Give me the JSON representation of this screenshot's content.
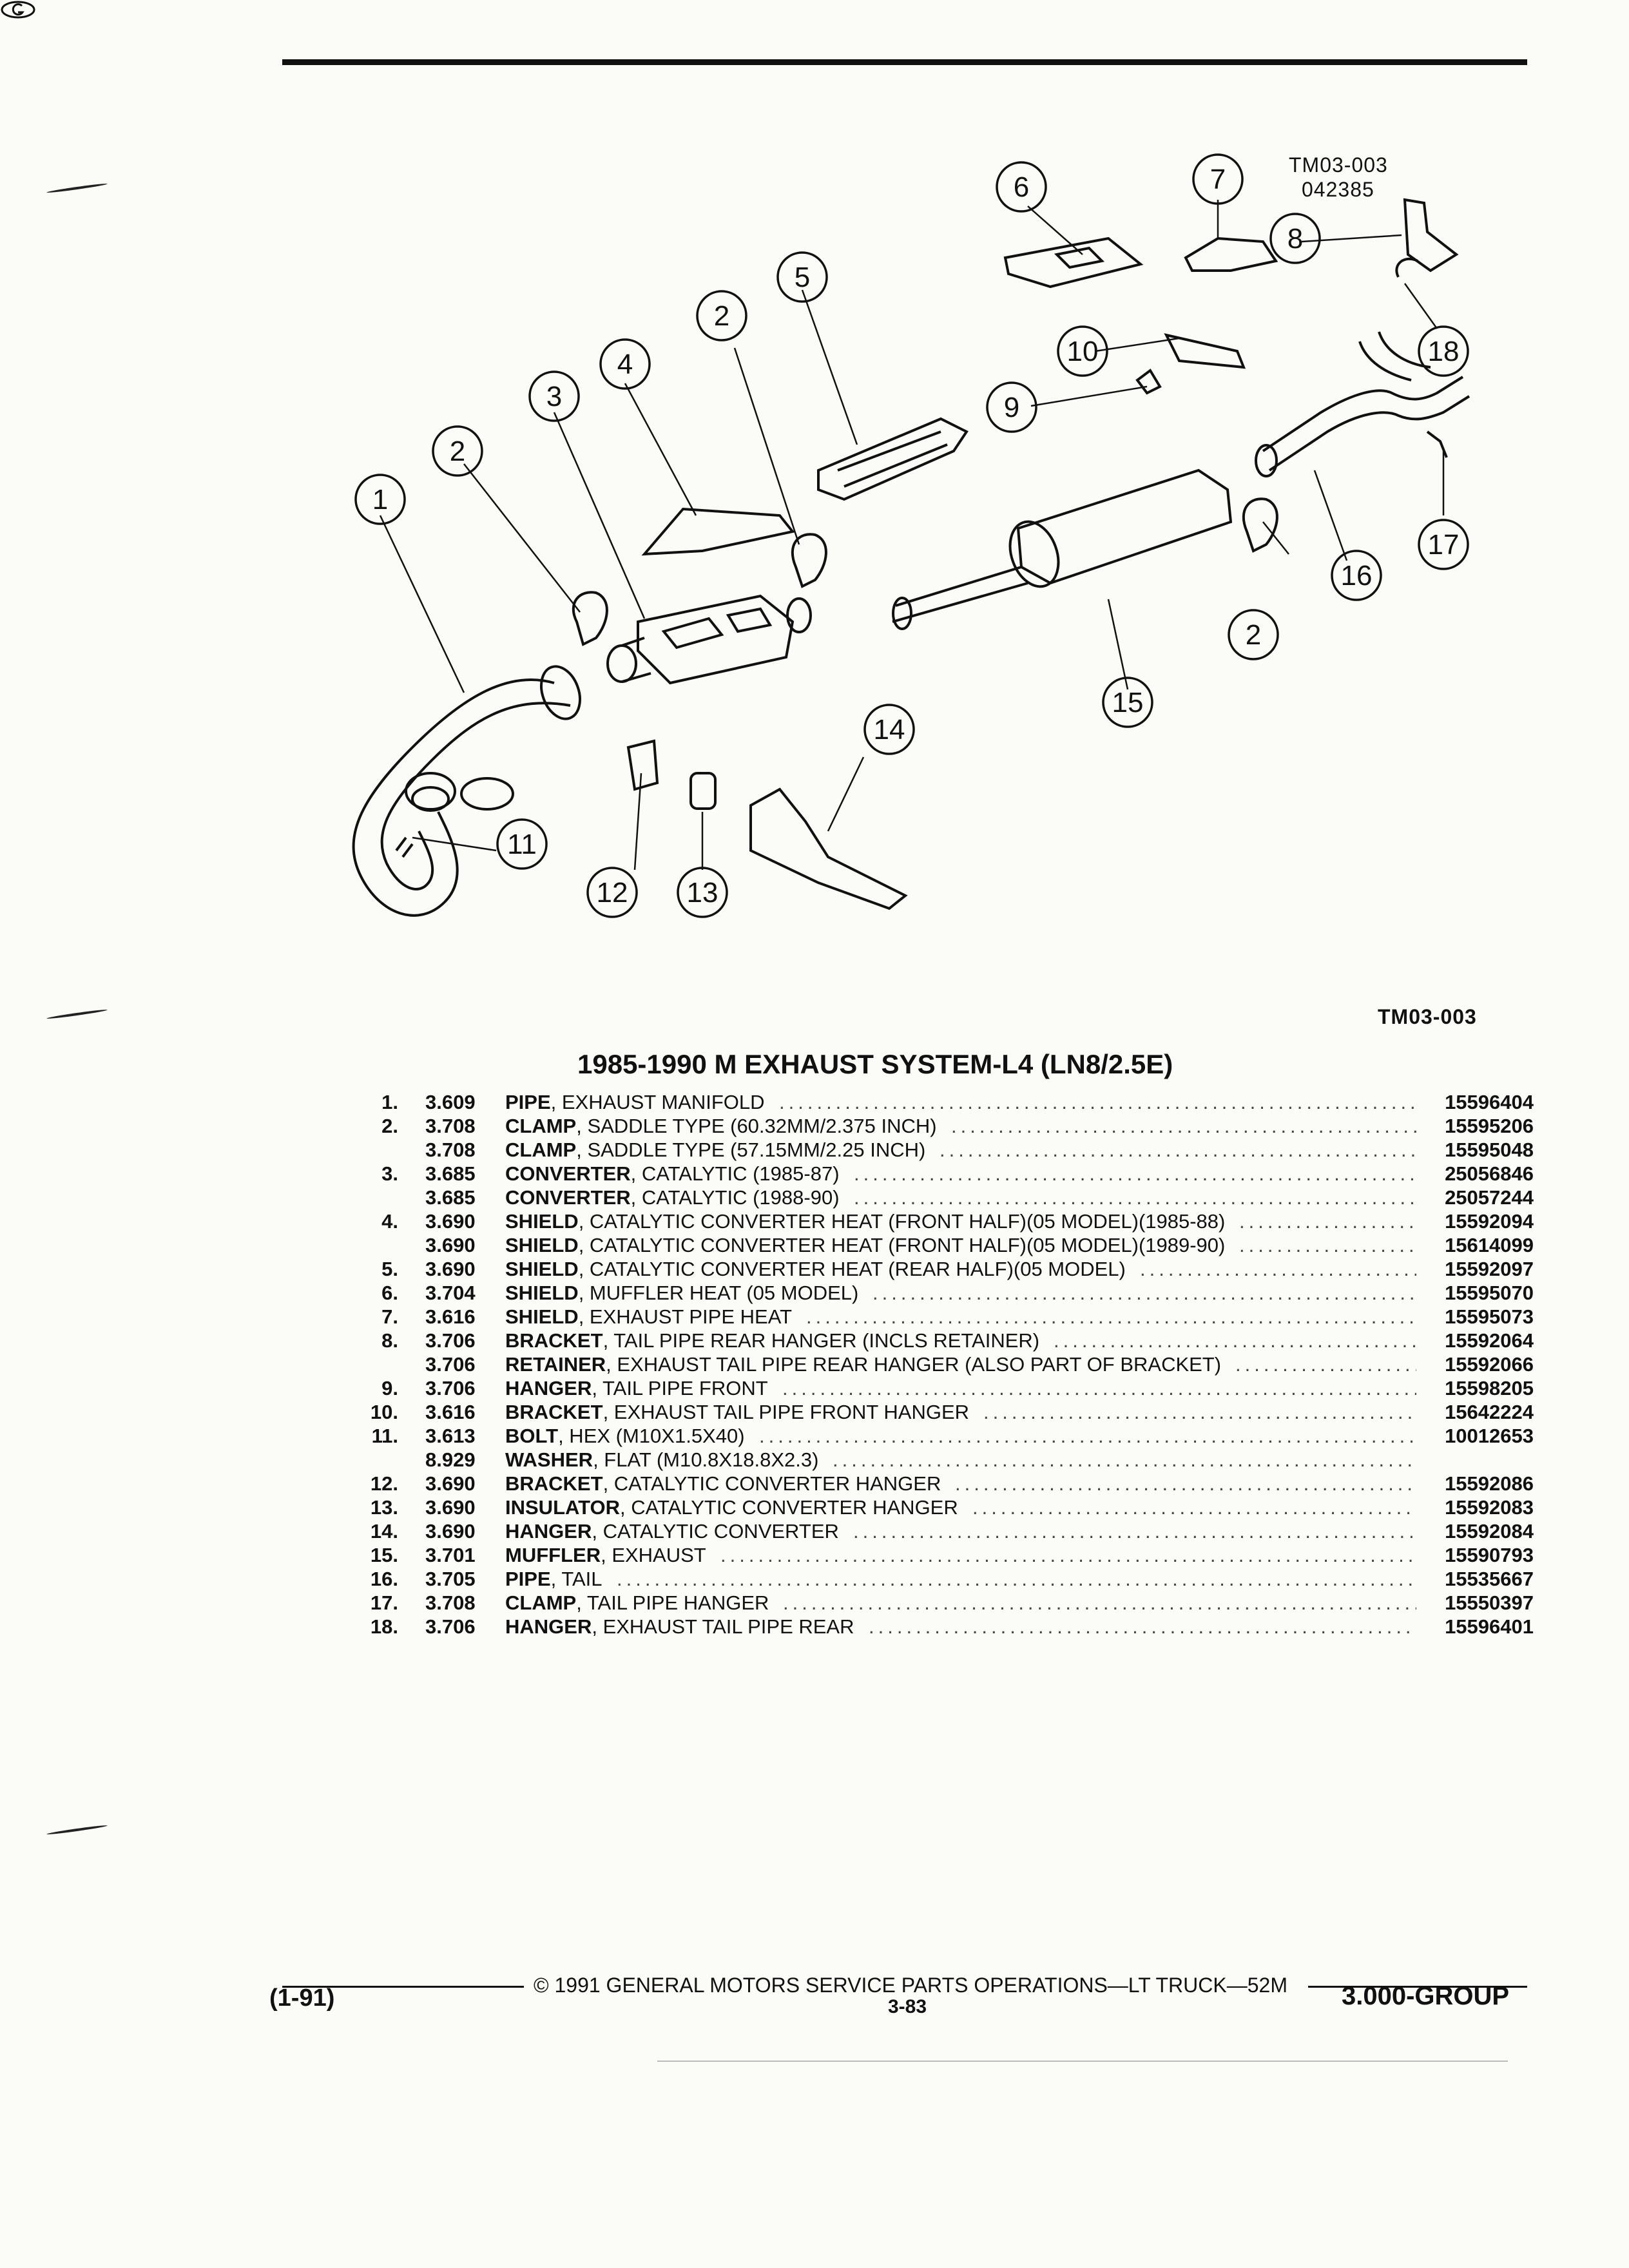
{
  "diagram": {
    "code_top_line1": "TM03-003",
    "code_top_line2": "042385",
    "code_bottom": "TM03-003",
    "callouts": [
      "1",
      "2",
      "2",
      "2",
      "3",
      "4",
      "5",
      "6",
      "7",
      "8",
      "9",
      "10",
      "11",
      "12",
      "13",
      "14",
      "15",
      "16",
      "17",
      "18"
    ]
  },
  "title": "1985-1990 M EXHAUST SYSTEM-L4 (LN8/2.5E)",
  "parts": [
    {
      "index": "1.",
      "group": "3.609",
      "name": "PIPE",
      "detail": ", EXHAUST MANIFOLD",
      "part_number": "15596404"
    },
    {
      "index": "2.",
      "group": "3.708",
      "name": "CLAMP",
      "detail": ", SADDLE TYPE (60.32MM/2.375 INCH)",
      "part_number": "15595206"
    },
    {
      "index": "",
      "group": "3.708",
      "name": "CLAMP",
      "detail": ", SADDLE TYPE (57.15MM/2.25 INCH)",
      "part_number": "15595048"
    },
    {
      "index": "3.",
      "group": "3.685",
      "name": "CONVERTER",
      "detail": ", CATALYTIC (1985-87)",
      "part_number": "25056846"
    },
    {
      "index": "",
      "group": "3.685",
      "name": "CONVERTER",
      "detail": ", CATALYTIC (1988-90)",
      "part_number": "25057244"
    },
    {
      "index": "4.",
      "group": "3.690",
      "name": "SHIELD",
      "detail": ", CATALYTIC CONVERTER HEAT (FRONT HALF)(05 MODEL)(1985-88)",
      "part_number": "15592094"
    },
    {
      "index": "",
      "group": "3.690",
      "name": "SHIELD",
      "detail": ", CATALYTIC CONVERTER HEAT (FRONT HALF)(05 MODEL)(1989-90)",
      "part_number": "15614099"
    },
    {
      "index": "5.",
      "group": "3.690",
      "name": "SHIELD",
      "detail": ", CATALYTIC CONVERTER HEAT (REAR HALF)(05 MODEL)",
      "part_number": "15592097"
    },
    {
      "index": "6.",
      "group": "3.704",
      "name": "SHIELD",
      "detail": ", MUFFLER HEAT (05 MODEL)",
      "part_number": "15595070"
    },
    {
      "index": "7.",
      "group": "3.616",
      "name": "SHIELD",
      "detail": ", EXHAUST PIPE HEAT",
      "part_number": "15595073"
    },
    {
      "index": "8.",
      "group": "3.706",
      "name": "BRACKET",
      "detail": ", TAIL PIPE REAR HANGER (INCLS RETAINER)",
      "part_number": "15592064"
    },
    {
      "index": "",
      "group": "3.706",
      "name": "RETAINER",
      "detail": ", EXHAUST TAIL PIPE REAR HANGER (ALSO PART OF BRACKET)",
      "part_number": "15592066"
    },
    {
      "index": "9.",
      "group": "3.706",
      "name": "HANGER",
      "detail": ", TAIL PIPE FRONT",
      "part_number": "15598205"
    },
    {
      "index": "10.",
      "group": "3.616",
      "name": "BRACKET",
      "detail": ", EXHAUST TAIL PIPE FRONT HANGER",
      "part_number": "15642224"
    },
    {
      "index": "11.",
      "group": "3.613",
      "name": "BOLT",
      "detail": ", HEX (M10X1.5X40)",
      "part_number": "10012653"
    },
    {
      "index": "",
      "group": "8.929",
      "name": "WASHER",
      "detail": ", FLAT (M10.8X18.8X2.3)",
      "part_number": ""
    },
    {
      "index": "12.",
      "group": "3.690",
      "name": "BRACKET",
      "detail": ", CATALYTIC CONVERTER HANGER",
      "part_number": "15592086"
    },
    {
      "index": "13.",
      "group": "3.690",
      "name": "INSULATOR",
      "detail": ", CATALYTIC CONVERTER HANGER",
      "part_number": "15592083"
    },
    {
      "index": "14.",
      "group": "3.690",
      "name": "HANGER",
      "detail": ", CATALYTIC CONVERTER",
      "part_number": "15592084"
    },
    {
      "index": "15.",
      "group": "3.701",
      "name": "MUFFLER",
      "detail": ", EXHAUST",
      "part_number": "15590793"
    },
    {
      "index": "16.",
      "group": "3.705",
      "name": "PIPE",
      "detail": ", TAIL",
      "part_number": "15535667"
    },
    {
      "index": "17.",
      "group": "3.708",
      "name": "CLAMP",
      "detail": ", TAIL PIPE HANGER",
      "part_number": "15550397"
    },
    {
      "index": "18.",
      "group": "3.706",
      "name": "HANGER",
      "detail": ", EXHAUST TAIL PIPE REAR",
      "part_number": "15596401"
    }
  ],
  "footer": {
    "copyright": "© 1991 GENERAL MOTORS SERVICE PARTS OPERATIONS—LT TRUCK—52M",
    "date": "(1-91)",
    "page": "3-83",
    "group": "3.000-GROUP"
  }
}
